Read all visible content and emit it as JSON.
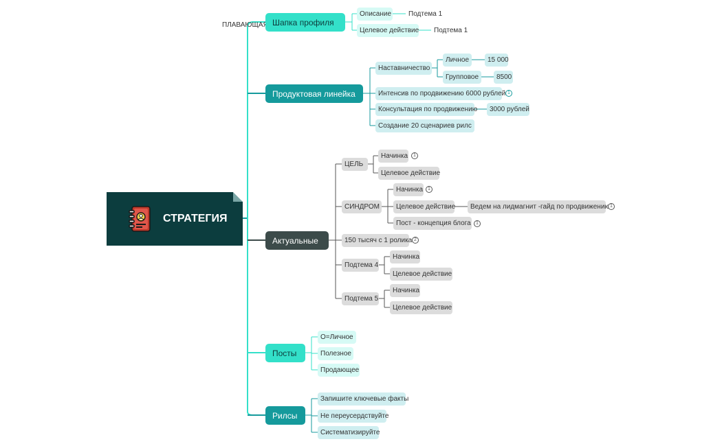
{
  "root": {
    "title": "СТРАТЕГИЯ",
    "icon": "notebook-icon"
  },
  "floating_topic": "ПЛАВАЮЩАЯ ТЕМА",
  "branches": {
    "profile_header": {
      "label": "Шапка профиля",
      "description": "Описание",
      "description_child": "Подтема 1",
      "target_action": "Целевое действие",
      "target_action_child": "Подтема 1"
    },
    "product_line": {
      "label": "Продуктовая линейка",
      "mentoring": "Наставничество",
      "personal": "Личное",
      "personal_price": "15 000",
      "group": "Групповое",
      "group_price": "8500",
      "intensive": "Интенсив по продвижению  6000 рублей",
      "intensive_badge": "1",
      "consulting": "Консультация по продвижению",
      "consulting_price": "3000 рублей",
      "reels_scenarios": "Создание 20   сценариев рилс"
    },
    "actual": {
      "label": "Актуальные",
      "goal": "ЦЕЛЬ",
      "goal_start": "Начинка",
      "goal_start_badge": "1",
      "goal_action": "Целевое действие",
      "syndrome": "СИНДРОМ",
      "syndrome_start": "Начинка",
      "syndrome_start_badge": "1",
      "syndrome_action": "Целевое действие",
      "lead_magnet": "Ведем на лидмагнит -гайд по продвижению",
      "lead_magnet_badge": "1",
      "post_concept": "Пост - концепция блога",
      "post_concept_badge": "1",
      "thousands": "150 тысяч с 1 ролика",
      "thousands_badge": "2",
      "subtopic4": "Подтема 4",
      "subtopic4_start": "Начинка",
      "subtopic4_action": "Целевое действие",
      "subtopic5": "Подтема 5",
      "subtopic5_start": "Начинка",
      "subtopic5_action": "Целевое действие"
    },
    "posts": {
      "label": "Посты",
      "personal": "О=Личное",
      "useful": "Полезное",
      "selling": "Продающее"
    },
    "reels": {
      "label": "Рилсы",
      "tip1": "Запишите ключевые факты",
      "tip2": "Не переусердствуйте",
      "tip3": "Систематизируйте"
    }
  },
  "colors": {
    "root_bg": "#0c3d3e",
    "teal_light": "#33e0c9",
    "teal_dark": "#159a9c",
    "grey_dark": "#3c4b4a",
    "line_light": "#33e0c9",
    "line_dark": "#159a9c",
    "line_grey": "#555555"
  }
}
